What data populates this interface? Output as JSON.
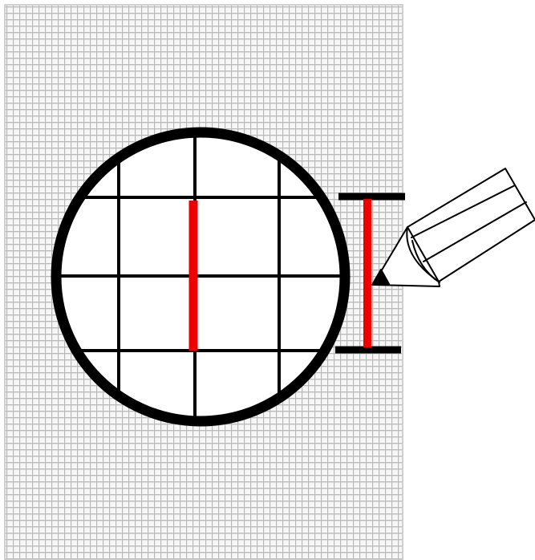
{
  "figure": {
    "elements": [
      "graph-paper-sheet",
      "magnifier-circle",
      "magnified-grid",
      "red-measured-line",
      "measurement-bracket",
      "pencil"
    ],
    "colors": {
      "paper_background": "#f6f6f6",
      "paper_grid": "#b9b9b9",
      "paper_border": "#d0d0d0",
      "circle_outline": "#000000",
      "magnified_grid": "#000000",
      "measured_line": "#ee0000",
      "bracket": "#000000",
      "pencil_outline": "#000000",
      "pencil_fill": "#ffffff"
    }
  }
}
